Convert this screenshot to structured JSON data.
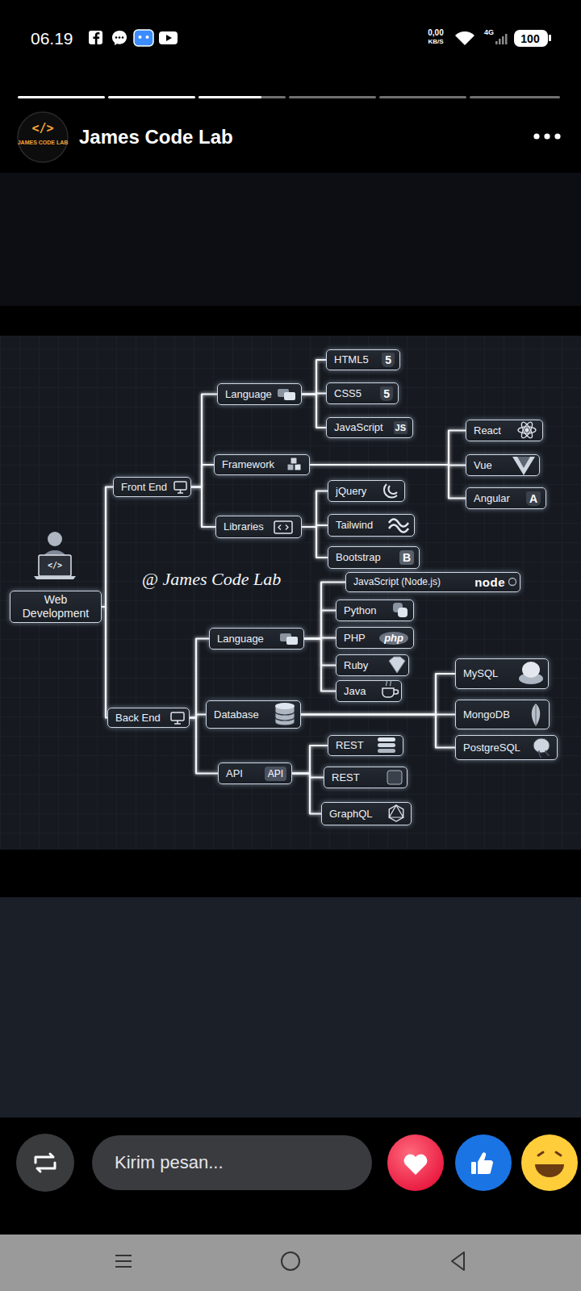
{
  "diagram": {
    "nodes": [
      {
        "text": [
          "Web Development"
        ]
      },
      {
        "text": [
          "Front End"
        ]
      },
      {
        "text": [
          "Language"
        ]
      },
      {
        "text": [
          "HTML5",
          "5"
        ]
      },
      {
        "text": [
          "CSS5",
          "5"
        ]
      },
      {
        "text": [
          "JavaScript",
          "JS"
        ]
      },
      {
        "text": [
          "Framework"
        ]
      },
      {
        "text": [
          "React"
        ]
      },
      {
        "text": [
          "Vue"
        ]
      },
      {
        "text": [
          "Angular",
          "A"
        ]
      },
      {
        "text": [
          "Libraries"
        ]
      },
      {
        "text": [
          "jQuery"
        ]
      },
      {
        "text": [
          "Tailwind"
        ]
      },
      {
        "text": [
          "Bootstrap",
          "B"
        ]
      },
      {
        "text": [
          "Back End"
        ]
      },
      {
        "text": [
          "Language"
        ]
      },
      {
        "text": [
          "JavaScript (Node.js)",
          "node"
        ]
      },
      {
        "text": [
          "Python"
        ]
      },
      {
        "text": [
          "PHP",
          "php"
        ]
      },
      {
        "text": [
          "Ruby"
        ]
      },
      {
        "text": [
          "Java"
        ]
      },
      {
        "text": [
          "Database"
        ]
      },
      {
        "text": [
          "MySQL"
        ]
      },
      {
        "text": [
          "MongoDB"
        ]
      },
      {
        "text": [
          "PostgreSQL"
        ]
      },
      {
        "text": [
          "API",
          "API"
        ]
      },
      {
        "text": [
          "REST"
        ]
      },
      {
        "text": [
          "REST"
        ]
      },
      {
        "text": [
          "GraphQL"
        ]
      },
      {
        "text": [
          "Kirim pesan..."
        ]
      }
    ],
    "edges": [
      {
        "from": 0,
        "to": 1,
        "arrow": "none"
      },
      {
        "from": 0,
        "to": 14,
        "arrow": "none"
      },
      {
        "from": 1,
        "to": 2,
        "arrow": "none"
      },
      {
        "from": 1,
        "to": 6,
        "arrow": "none"
      },
      {
        "from": 1,
        "to": 10,
        "arrow": "none"
      },
      {
        "from": 2,
        "to": 3,
        "arrow": "none"
      },
      {
        "from": 2,
        "to": 4,
        "arrow": "none"
      },
      {
        "from": 2,
        "to": 5,
        "arrow": "none"
      },
      {
        "from": 6,
        "to": 7,
        "arrow": "none"
      },
      {
        "from": 6,
        "to": 8,
        "arrow": "none"
      },
      {
        "from": 6,
        "to": 9,
        "arrow": "none"
      },
      {
        "from": 10,
        "to": 11,
        "arrow": "none"
      },
      {
        "from": 10,
        "to": 12,
        "arrow": "none"
      },
      {
        "from": 10,
        "to": 13,
        "arrow": "none"
      },
      {
        "from": 14,
        "to": 15,
        "arrow": "none"
      },
      {
        "from": 14,
        "to": 21,
        "arrow": "none"
      },
      {
        "from": 14,
        "to": 25,
        "arrow": "none"
      },
      {
        "from": 15,
        "to": 16,
        "arrow": "none"
      },
      {
        "from": 15,
        "to": 17,
        "arrow": "none"
      },
      {
        "from": 15,
        "to": 18,
        "arrow": "none"
      },
      {
        "from": 15,
        "to": 19,
        "arrow": "none"
      },
      {
        "from": 15,
        "to": 20,
        "arrow": "none"
      },
      {
        "from": 21,
        "to": 22,
        "arrow": "none"
      },
      {
        "from": 21,
        "to": 23,
        "arrow": "none"
      },
      {
        "from": 21,
        "to": 24,
        "arrow": "none"
      },
      {
        "from": 25,
        "to": 26,
        "arrow": "none"
      },
      {
        "from": 25,
        "to": 27,
        "arrow": "none"
      },
      {
        "from": 25,
        "to": 28,
        "arrow": "none"
      }
    ],
    "labels": [
      "06.19",
      "0,00",
      "KB/S",
      "4G",
      "100",
      "</>",
      "JAMES CODE LAB",
      "James Code Lab",
      "@ James Code Lab",
      "</>"
    ]
  }
}
